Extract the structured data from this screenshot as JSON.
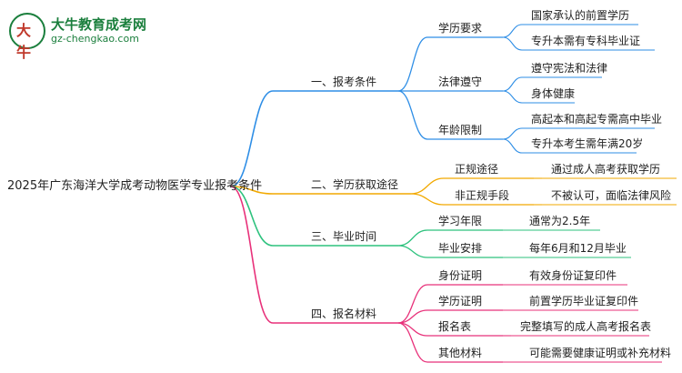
{
  "logo": {
    "title": "大牛教育成考网",
    "url": "gz-chengkao.com",
    "mark": "大牛"
  },
  "root": "2025年广东海洋大学成考动物医学专业报考条件",
  "colors": {
    "branch1": "#2e8ee6",
    "branch2": "#f2a900",
    "branch3": "#2ec27e",
    "branch4": "#e8317a"
  },
  "branches": [
    {
      "label": "一、报考条件",
      "children": [
        {
          "label": "学历要求",
          "leaves": [
            "国家承认的前置学历",
            "专升本需有专科毕业证"
          ]
        },
        {
          "label": "法律遵守",
          "leaves": [
            "遵守宪法和法律",
            "身体健康"
          ]
        },
        {
          "label": "年龄限制",
          "leaves": [
            "高起本和高起专需高中毕业",
            "专升本考生需年满20岁"
          ]
        }
      ]
    },
    {
      "label": "二、学历获取途径",
      "children": [
        {
          "label": "正规途径",
          "leaves": [
            "通过成人高考获取学历"
          ]
        },
        {
          "label": "非正规手段",
          "leaves": [
            "不被认可，面临法律风险"
          ]
        }
      ]
    },
    {
      "label": "三、毕业时间",
      "children": [
        {
          "label": "学习年限",
          "leaves": [
            "通常为2.5年"
          ]
        },
        {
          "label": "毕业安排",
          "leaves": [
            "每年6月和12月毕业"
          ]
        }
      ]
    },
    {
      "label": "四、报名材料",
      "children": [
        {
          "label": "身份证明",
          "leaves": [
            "有效身份证复印件"
          ]
        },
        {
          "label": "学历证明",
          "leaves": [
            "前置学历毕业证复印件"
          ]
        },
        {
          "label": "报名表",
          "leaves": [
            "完整填写的成人高考报名表"
          ]
        },
        {
          "label": "其他材料",
          "leaves": [
            "可能需要健康证明或补充材料"
          ]
        }
      ]
    }
  ]
}
